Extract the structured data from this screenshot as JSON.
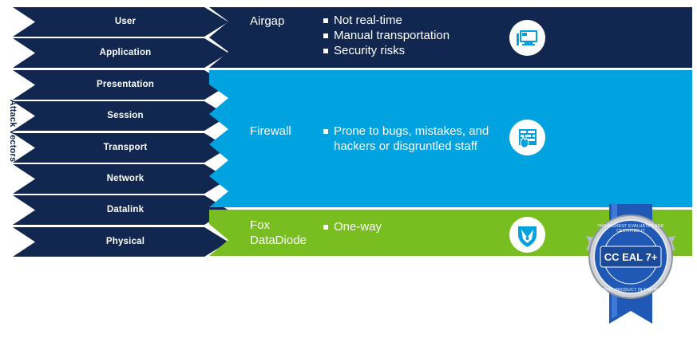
{
  "axis_label": "Attack vectors",
  "layers": [
    {
      "label": "User"
    },
    {
      "label": "Application"
    },
    {
      "label": "Presentation"
    },
    {
      "label": "Session"
    },
    {
      "label": "Transport"
    },
    {
      "label": "Network"
    },
    {
      "label": "Datalink"
    },
    {
      "label": "Physical"
    }
  ],
  "bands": {
    "airgap": {
      "title": "Airgap",
      "bullets": [
        "Not real-time",
        "Manual transportation",
        "Security risks"
      ],
      "color": "#12274f",
      "icon": "computer-icon"
    },
    "firewall": {
      "title": "Firewall",
      "bullets": [
        "Prone to bugs, mistakes, and hackers or disgruntled staff"
      ],
      "color": "#00a3e0",
      "icon": "firewall-icon"
    },
    "datadiode": {
      "title_line1": "Fox",
      "title_line2": "DataDiode",
      "bullets": [
        "One-way"
      ],
      "color": "#78be20",
      "icon": "fox-shield-icon"
    }
  },
  "badge": {
    "label": "CC EAL 7+",
    "ring_top": "THE HIGHEST EVALUATED AND CERTIFIED IT",
    "ring_bottom": "SECURITY PRODUCT IN THE WORLD",
    "ribbon_color": "#1f58b5"
  }
}
